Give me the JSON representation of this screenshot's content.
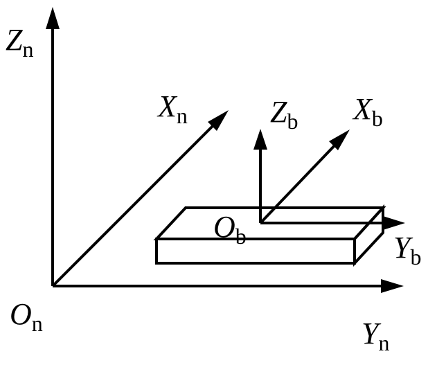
{
  "labels": {
    "Zn": {
      "letter": "Z",
      "sub": "n"
    },
    "Xn": {
      "letter": "X",
      "sub": "n"
    },
    "On": {
      "letter": "O",
      "sub": "n"
    },
    "Yn": {
      "letter": "Y",
      "sub": "n"
    },
    "Zb": {
      "letter": "Z",
      "sub": "b"
    },
    "Xb": {
      "letter": "X",
      "sub": "b"
    },
    "Ob": {
      "letter": "O",
      "sub": "b"
    },
    "Yb": {
      "letter": "Y",
      "sub": "b"
    }
  }
}
